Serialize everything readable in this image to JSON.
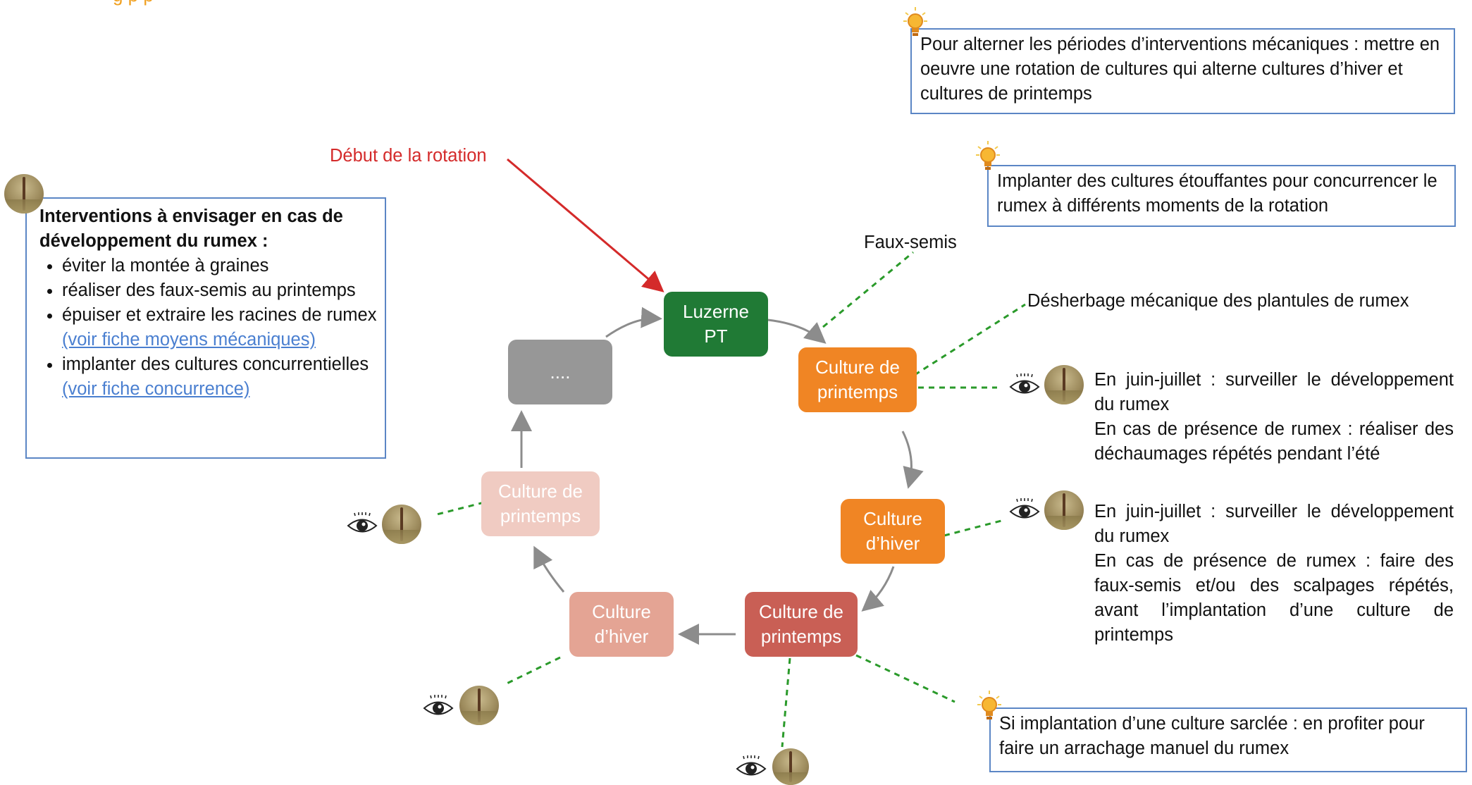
{
  "header": {
    "partial_text": "g                                              p                p"
  },
  "start_label": "Début de la rotation",
  "nodes": {
    "luzerne": {
      "label_line1": "Luzerne",
      "label_line2": "PT",
      "color": "#207a35"
    },
    "printemps1": {
      "label_line1": "Culture de",
      "label_line2": "printemps",
      "color": "#f08524"
    },
    "hiver1": {
      "label_line1": "Culture",
      "label_line2": "d’hiver",
      "color": "#f08524"
    },
    "printemps2": {
      "label_line1": "Culture de",
      "label_line2": "printemps",
      "color": "#c95f55"
    },
    "hiver2": {
      "label_line1": "Culture",
      "label_line2": "d’hiver",
      "color": "#e4a494"
    },
    "printemps3": {
      "label_line1": "Culture de",
      "label_line2": "printemps",
      "color": "#f0cbc2"
    },
    "ellipsis": {
      "label": "....",
      "color": "#979797"
    }
  },
  "tips": {
    "alterner": "Pour alterner les périodes d’interventions mécaniques : mettre en oeuvre une rotation de cultures qui alterne cultures d’hiver et cultures de printemps",
    "etouffantes": "Implanter des cultures étouffantes pour concurrencer le rumex à différents moments de la rotation",
    "sarclee": "Si implantation d’une culture sarclée : en profiter pour faire un arrachage manuel du rumex"
  },
  "interventions": {
    "title": "Interventions à envisager en cas de développement du rumex :",
    "items": [
      {
        "text": "éviter la montée à graines"
      },
      {
        "text": "réaliser des faux-semis au printemps"
      },
      {
        "text": "épuiser et extraire les racines de rumex ",
        "link": "(voir fiche moyens mécaniques)"
      },
      {
        "text": "implanter des cultures concurrentielles ",
        "link": "(voir fiche concurrence)"
      }
    ]
  },
  "labels": {
    "faux_semis": "Faux-semis",
    "desherbage": "Désherbage mécanique des plantules de rumex"
  },
  "notes": {
    "printemps": {
      "line1": "En juin-juillet : surveiller le développement du rumex",
      "line2": "En cas de présence de rumex : réaliser des déchaumages répétés pendant l’été"
    },
    "hiver": {
      "line1": "En juin-juillet : surveiller le développement du rumex",
      "line2": "En cas de présence de rumex : faire des faux-semis et/ou des scalpages répétés, avant l’implantation d’une culture de printemps"
    }
  },
  "icons": {
    "eye": "eye-icon",
    "photo": "rumex-photo",
    "bulb": "lightbulb-icon"
  },
  "colors": {
    "arrow_red": "#d42a2a",
    "dashed_green": "#2a9a2a",
    "arrow_gray": "#8c8c8c",
    "box_border": "#5b86c5",
    "link_blue": "#4a7fd0",
    "start_label": "#d42a2a"
  }
}
